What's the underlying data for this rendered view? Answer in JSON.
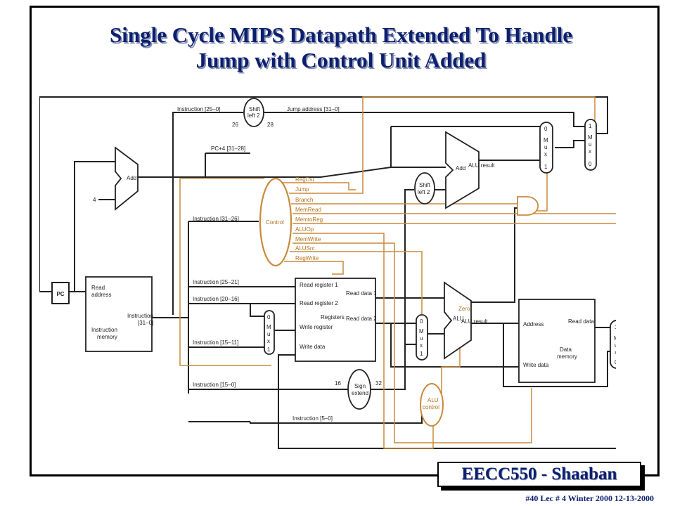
{
  "title": {
    "line1": "Single Cycle MIPS Datapath Extended To Handle",
    "line2": "Jump with Control Unit Added"
  },
  "badge": "EECC550 - Shaaban",
  "footer": "#40   Lec # 4    Winter 2000    12-13-2000",
  "colors": {
    "title": "#0b1f6e",
    "datapath": "#222222",
    "control": "#c98a3c"
  },
  "labels": {
    "instr_25_0": "Instruction [25–0]",
    "shift_left_2_top": "Shift",
    "shift_left_2_bot": "left 2",
    "n26": "26",
    "n28": "28",
    "jump_address": "Jump address [31–0]",
    "pc_plus4": "PC+4 [31–28]",
    "add": "Add",
    "four": "4",
    "pc": "PC",
    "read_address_1": "Read",
    "read_address_2": "address",
    "instruction": "Instruction",
    "instr_31_0": "[31–0]",
    "instruction_memory_1": "Instruction",
    "instruction_memory_2": "memory",
    "instr_31_26": "Instruction [31–26]",
    "control": "Control",
    "reg_dst": "RegDst",
    "jump": "Jump",
    "branch": "Branch",
    "mem_read": "MemRead",
    "mem_to_reg": "MemtoReg",
    "alu_op": "ALUOp",
    "mem_write": "MemWrite",
    "alu_src": "ALUSrc",
    "reg_write": "RegWrite",
    "instr_25_21": "Instruction [25–21]",
    "instr_20_16": "Instruction [20–16]",
    "instr_15_11": "Instruction [15–11]",
    "instr_15_0": "Instruction [15–0]",
    "instr_5_0": "Instruction [5–0]",
    "read_register_1": "Read register 1",
    "read_register_2": "Read register 2",
    "write_register": "Write register",
    "write_data": "Write data",
    "registers": "Registers",
    "read_data_1": "Read data 1",
    "read_data_2": "Read data 2",
    "alu": "ALU",
    "zero": "Zero",
    "alu_result": "ALU result",
    "alu_result_top": "ALU result",
    "address": "Address",
    "read_data": "Read data",
    "data_memory_1": "Data",
    "data_memory_2": "memory",
    "write_data_mem": "Write data",
    "sign_extend_1": "Sign",
    "sign_extend_2": "extend",
    "n16": "16",
    "n32": "32",
    "alu_control_1": "ALU",
    "alu_control_2": "control",
    "mux_0": "0",
    "mux_1": "1",
    "mux_m": "M",
    "mux_u": "u",
    "mux_x": "x"
  }
}
